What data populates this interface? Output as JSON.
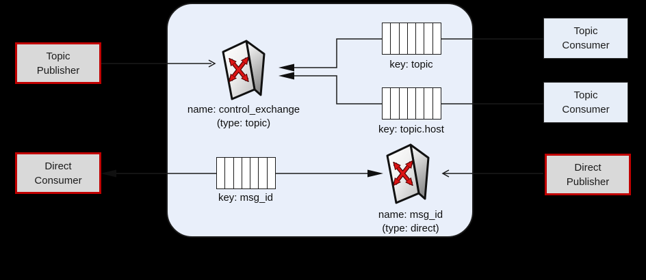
{
  "diagram": {
    "kind": "message-broker-topology",
    "background_color": "#000000",
    "broker_fill": "#e9effa",
    "accent_red": "#c00000",
    "node_gray_fill": "#d9d9d9",
    "node_blue_fill": "#e7eef8",
    "arrow_red": "#dd1414"
  },
  "nodes": {
    "topic_publisher": {
      "line1": "Topic",
      "line2": "Publisher"
    },
    "direct_consumer": {
      "line1": "Direct",
      "line2": "Consumer"
    },
    "topic_consumer_1": {
      "line1": "Topic",
      "line2": "Consumer"
    },
    "topic_consumer_2": {
      "line1": "Topic",
      "line2": "Consumer"
    },
    "direct_publisher": {
      "line1": "Direct",
      "line2": "Publisher"
    }
  },
  "exchanges": {
    "control": {
      "name_label": "name: control_exchange",
      "type_label": "(type: topic)"
    },
    "direct": {
      "name_label": "name: msg_id",
      "type_label": "(type: direct)"
    }
  },
  "queues": {
    "topic": {
      "key_label": "key: topic",
      "cells": 7
    },
    "topic_host": {
      "key_label": "key: topic.host",
      "cells": 7
    },
    "msg_id": {
      "key_label": "key: msg_id",
      "cells": 7
    }
  },
  "icons": {
    "exchange": "exchange-switch-icon",
    "queue": "queue-slots-icon"
  }
}
